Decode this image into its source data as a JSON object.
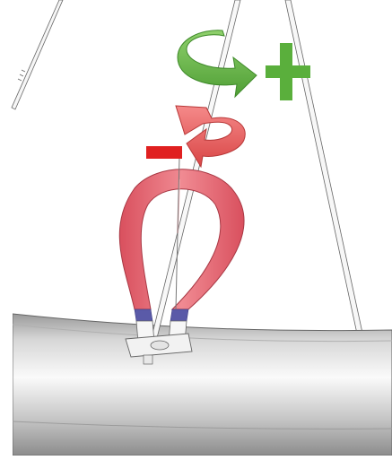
{
  "figure": {
    "subject": "spoke-wrench-on-bicycle-wheel",
    "colors": {
      "background": "#ffffff",
      "rim_light": "#f4f4f4",
      "rim_mid": "#c9c9c9",
      "rim_dark": "#8e8e8e",
      "spoke": "#f7f7f7",
      "outline": "#555555",
      "wrench": "#e8707a",
      "wrench_dark": "#c9505c",
      "wrench_band": "#5a5aa8",
      "tighten_arrow": "#6bbf4a",
      "tighten_arrow_dark": "#4c9a33",
      "loosen_arrow": "#ef6a6a",
      "loosen_arrow_dark": "#d84a4a",
      "plus_sign": "#5aaf3c",
      "minus_sign": "#e02020"
    },
    "symbols": {
      "tighten": "plus-sign",
      "loosen": "minus-sign"
    },
    "icons": {
      "tighten_arrow": "clockwise-arrow-icon",
      "loosen_arrow": "counter-clockwise-arrow-icon"
    }
  }
}
